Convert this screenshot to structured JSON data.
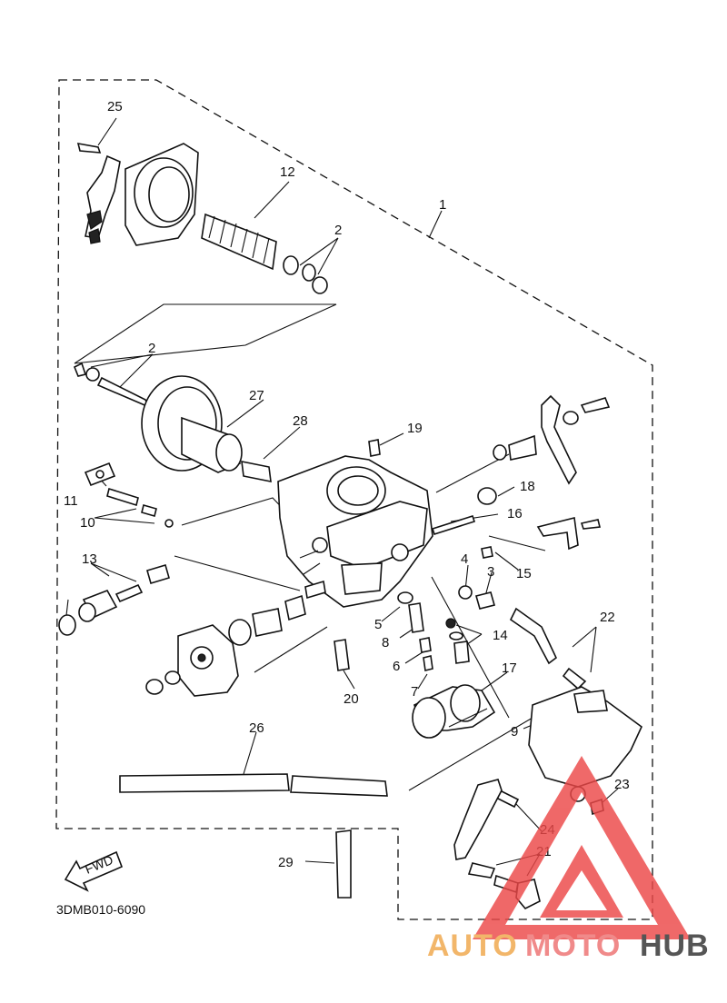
{
  "diagram": {
    "callouts": [
      "1",
      "2",
      "2",
      "3",
      "4",
      "5",
      "6",
      "7",
      "8",
      "9",
      "10",
      "11",
      "12",
      "13",
      "14",
      "15",
      "16",
      "17",
      "18",
      "19",
      "20",
      "21",
      "22",
      "23",
      "24",
      "25",
      "26",
      "27",
      "28",
      "29"
    ],
    "fwd_label": "FWD",
    "part_code": "3DMB010-6090"
  },
  "watermark": {
    "text_light": "AUTO",
    "text_mid": "MOTO",
    "text_dark": "HUB",
    "colors": {
      "light": "#f2b66a",
      "mid": "#f08a8a",
      "dark": "#555555",
      "triangle": "#ec4848"
    }
  }
}
